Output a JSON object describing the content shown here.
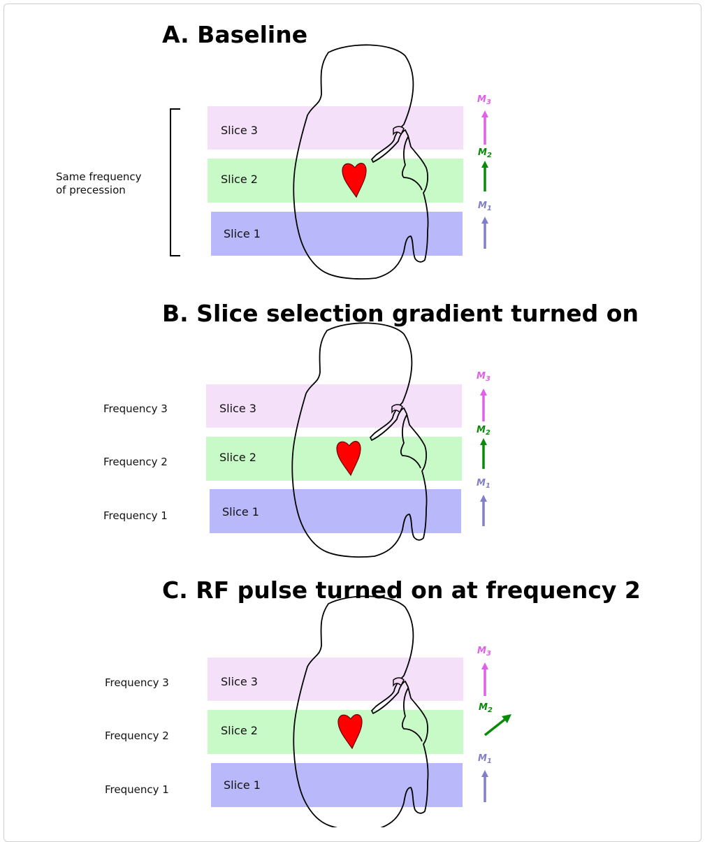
{
  "colors": {
    "slice3": "#f5e0fa",
    "slice2": "#c8fac8",
    "slice1": "#b8b8fa",
    "m3": "#e060e8",
    "m2": "#0a8a0a",
    "m1": "#8080c8",
    "heart": "#ff0000"
  },
  "icons": [
    "body-outline-icon",
    "heart-icon",
    "magnetization-arrow-icon",
    "bracket-icon"
  ],
  "panels": [
    {
      "title": "A. Baseline",
      "slices": [
        "Slice 3",
        "Slice 2",
        "Slice 1"
      ],
      "side_note_lines": [
        "Same frequency",
        "of precession"
      ],
      "frequencies": [],
      "m_labels": [
        {
          "m": "M",
          "sub": "3"
        },
        {
          "m": "M",
          "sub": "2"
        },
        {
          "m": "M",
          "sub": "1"
        }
      ]
    },
    {
      "title": "B. Slice selection gradient turned on",
      "slices": [
        "Slice 3",
        "Slice 2",
        "Slice 1"
      ],
      "side_note_lines": [],
      "frequencies": [
        "Frequency 3",
        "Frequency 2",
        "Frequency 1"
      ],
      "m_labels": [
        {
          "m": "M",
          "sub": "3"
        },
        {
          "m": "M",
          "sub": "2"
        },
        {
          "m": "M",
          "sub": "1"
        }
      ]
    },
    {
      "title": "C. RF pulse turned on at frequency 2",
      "slices": [
        "Slice 3",
        "Slice 2",
        "Slice 1"
      ],
      "side_note_lines": [],
      "frequencies": [
        "Frequency 3",
        "Frequency 2",
        "Frequency 1"
      ],
      "m_labels": [
        {
          "m": "M",
          "sub": "3"
        },
        {
          "m": "M",
          "sub": "2"
        },
        {
          "m": "M",
          "sub": "1"
        }
      ],
      "m2_tipped": true
    }
  ]
}
